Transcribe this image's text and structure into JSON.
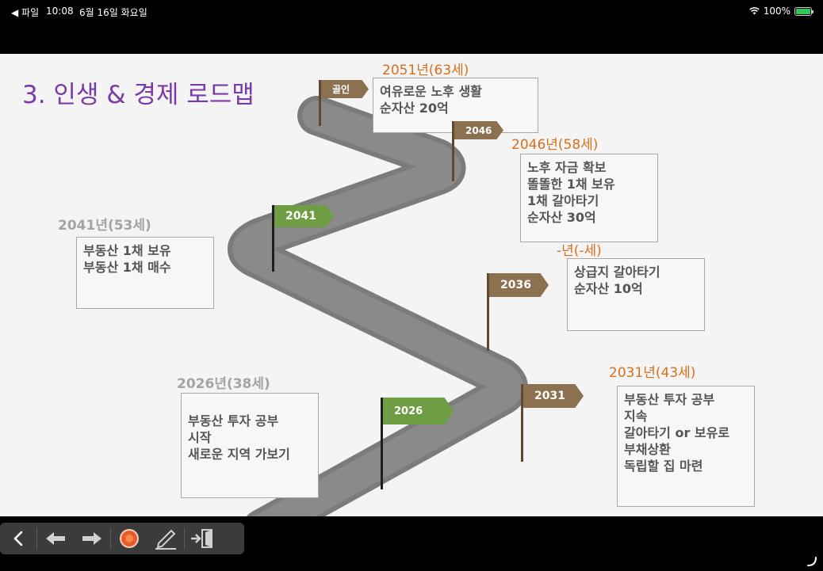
{
  "status_bar": {
    "back_app": "◀ 파일",
    "time": "10:08",
    "date": "6월 16일 화요일",
    "battery": "100%",
    "battery_level": 1.0
  },
  "slide": {
    "title": "3. 인생 & 경제 로드맵",
    "milestones": [
      {
        "year": "2051년(63세)",
        "lines": [
          "여유로운 노후 생활",
          "순자산 20억"
        ]
      },
      {
        "year": "2046년(58세)",
        "lines": [
          "노후 자금 확보",
          "똘똘한 1채 보유",
          "1채 갈아타기",
          "순자산 30억"
        ]
      },
      {
        "year": "2041년(53세)",
        "lines": [
          "부동산 1채 보유",
          "부동산 1채 매수"
        ]
      },
      {
        "year": "-년(-세)",
        "lines": [
          "상급지 갈아타기",
          "순자산 10억"
        ]
      },
      {
        "year": "2031년(43세)",
        "lines": [
          "부동산 투자 공부",
          "지속",
          "갈아타기 or 보유로",
          "부채상환",
          "독립할 집 마련"
        ]
      },
      {
        "year": "2026년(38세)",
        "lines": [
          "부동산 투자 공부",
          "시작",
          "새로운 지역 가보기"
        ]
      }
    ],
    "flags": {
      "goal": "골인",
      "f2046": "2046",
      "f2041": "2041",
      "f2036": "2036",
      "f2031": "2031",
      "f2026": "2026"
    },
    "colors": {
      "title": "#7a3aa8",
      "orange": "#d7711b",
      "road": "#7b7b7b",
      "flag_brown": "#8b7150",
      "flag_green": "#6e9d44"
    }
  },
  "toolbar": {
    "icons": [
      "chevron-left-icon",
      "arrow-left-icon",
      "arrow-right-icon",
      "record-icon",
      "pen-icon",
      "exit-icon"
    ]
  }
}
